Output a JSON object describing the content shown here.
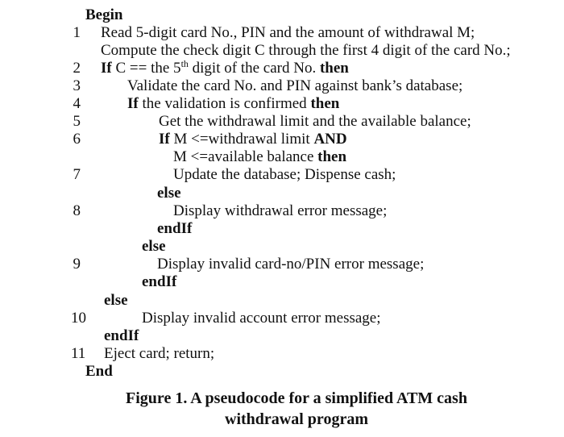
{
  "document": {
    "lines": [
      {
        "num": "",
        "parts": [
          {
            "t": "Begin",
            "b": true
          }
        ]
      },
      {
        "num": "1",
        "parts": [
          {
            "t": "Read 5-digit card No., PIN and the amount of withdrawal M;"
          }
        ]
      },
      {
        "num": "",
        "parts": [
          {
            "t": "Compute the check digit C through the first 4 digit of the card No.;"
          }
        ]
      },
      {
        "num": "2",
        "parts": [
          {
            "t": "If",
            "b": true
          },
          {
            "t": " C == the 5"
          },
          {
            "t": "th",
            "sup": true
          },
          {
            "t": " digit of the card No. "
          },
          {
            "t": "then",
            "b": true
          }
        ]
      },
      {
        "num": "3",
        "parts": [
          {
            "t": "Validate the card No. and PIN against bank’s database;"
          }
        ]
      },
      {
        "num": "4",
        "parts": [
          {
            "t": "If",
            "b": true
          },
          {
            "t": " the validation is confirmed "
          },
          {
            "t": "then",
            "b": true
          }
        ]
      },
      {
        "num": "5",
        "parts": [
          {
            "t": "Get the withdrawal limit and the available balance;"
          }
        ]
      },
      {
        "num": "6",
        "parts": [
          {
            "t": "If",
            "b": true
          },
          {
            "t": " M <=withdrawal limit "
          },
          {
            "t": "AND",
            "b": true
          }
        ]
      },
      {
        "num": "",
        "parts": [
          {
            "t": "M <=available balance "
          },
          {
            "t": "then",
            "b": true
          }
        ]
      },
      {
        "num": "7",
        "parts": [
          {
            "t": "Update the database; Dispense cash;"
          }
        ]
      },
      {
        "num": "",
        "parts": [
          {
            "t": "else",
            "b": true
          }
        ]
      },
      {
        "num": "8",
        "parts": [
          {
            "t": "Display withdrawal error message;"
          }
        ]
      },
      {
        "num": "",
        "parts": [
          {
            "t": "endIf",
            "b": true
          }
        ]
      },
      {
        "num": "",
        "parts": [
          {
            "t": "else",
            "b": true
          }
        ]
      },
      {
        "num": "9",
        "parts": [
          {
            "t": "Display invalid card-no/PIN error message;"
          }
        ]
      },
      {
        "num": "",
        "parts": [
          {
            "t": "endIf",
            "b": true
          }
        ]
      },
      {
        "num": "",
        "parts": [
          {
            "t": "else",
            "b": true
          }
        ]
      },
      {
        "num": "10",
        "parts": [
          {
            "t": "Display invalid account error message;"
          }
        ]
      },
      {
        "num": "",
        "parts": [
          {
            "t": "endIf",
            "b": true
          }
        ]
      },
      {
        "num": "11",
        "parts": [
          {
            "t": "Eject card; return;"
          }
        ]
      },
      {
        "num": "",
        "parts": [
          {
            "t": "End",
            "b": true
          }
        ]
      }
    ],
    "caption_line1": "Figure 1. A pseudocode for a simplified ATM cash",
    "caption_line2": "withdrawal program"
  }
}
